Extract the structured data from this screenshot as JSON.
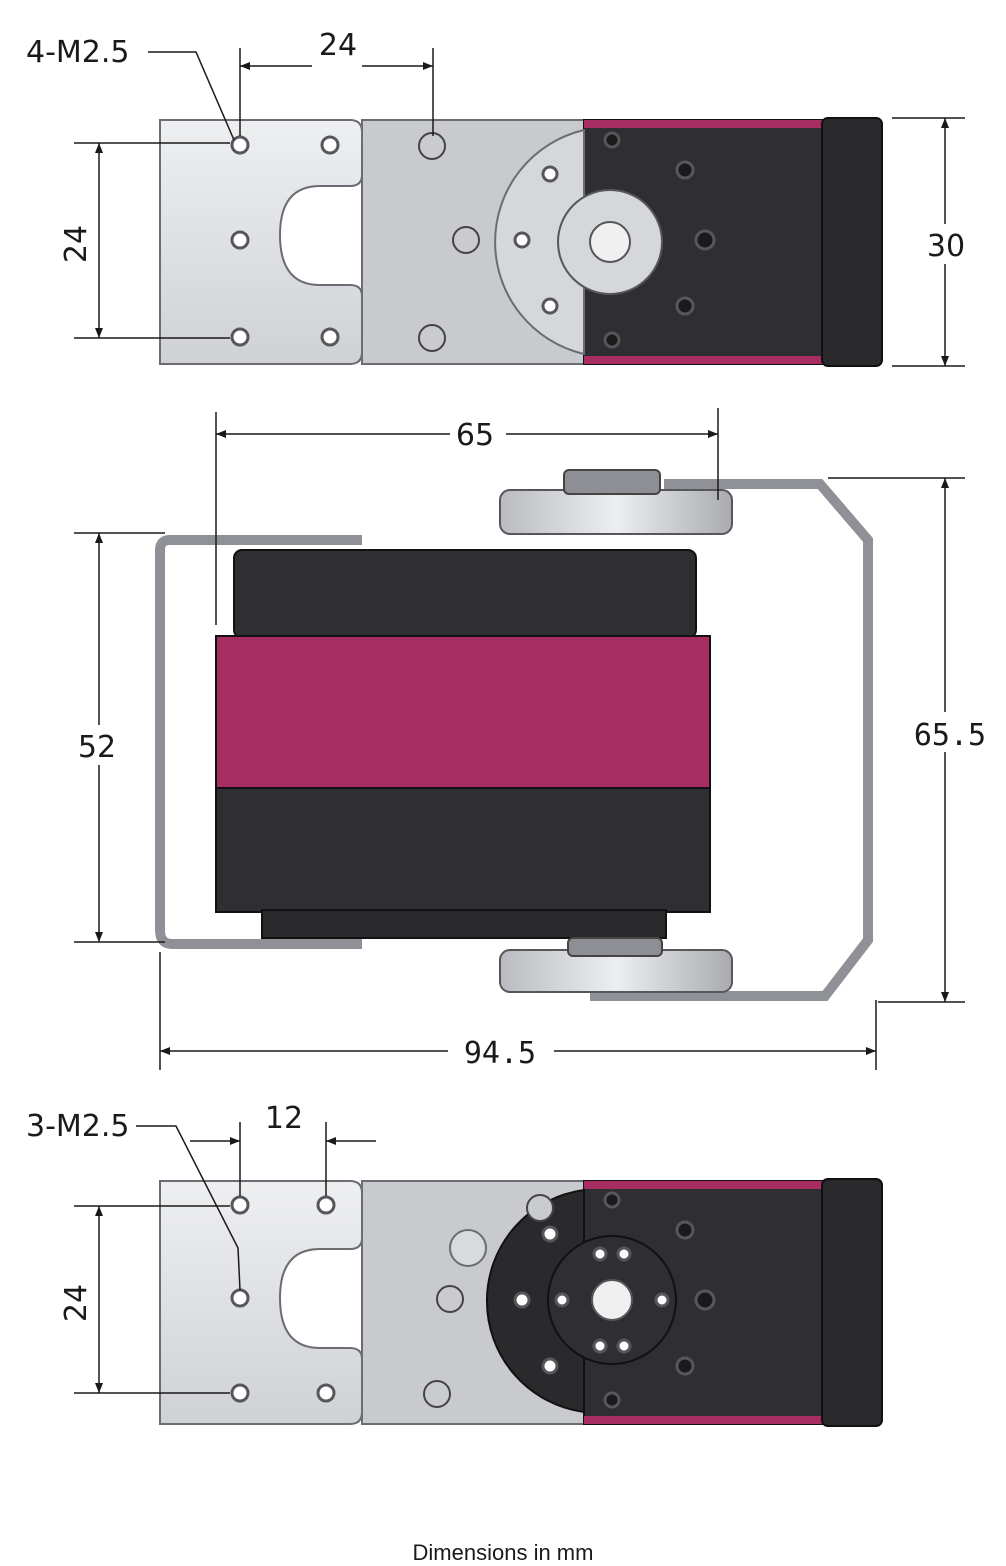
{
  "colors": {
    "accent": "#a72d63",
    "body": "#2f2f33",
    "bracket": "#dcdde0",
    "bracket_mid": "#c5c7cb",
    "line": "#1a1a1a"
  },
  "top_view": {
    "hole_callout": "4-M2.5",
    "hole_spacing_horizontal": "24",
    "hole_spacing_vertical": "24",
    "height": "30"
  },
  "side_view": {
    "width": "65",
    "body_height": "52",
    "overall_height": "65.5",
    "overall_width": "94.5"
  },
  "bottom_view": {
    "hole_callout": "3-M2.5",
    "hole_spacing_horizontal": "12",
    "hole_spacing_vertical": "24"
  },
  "caption": "Dimensions in mm"
}
